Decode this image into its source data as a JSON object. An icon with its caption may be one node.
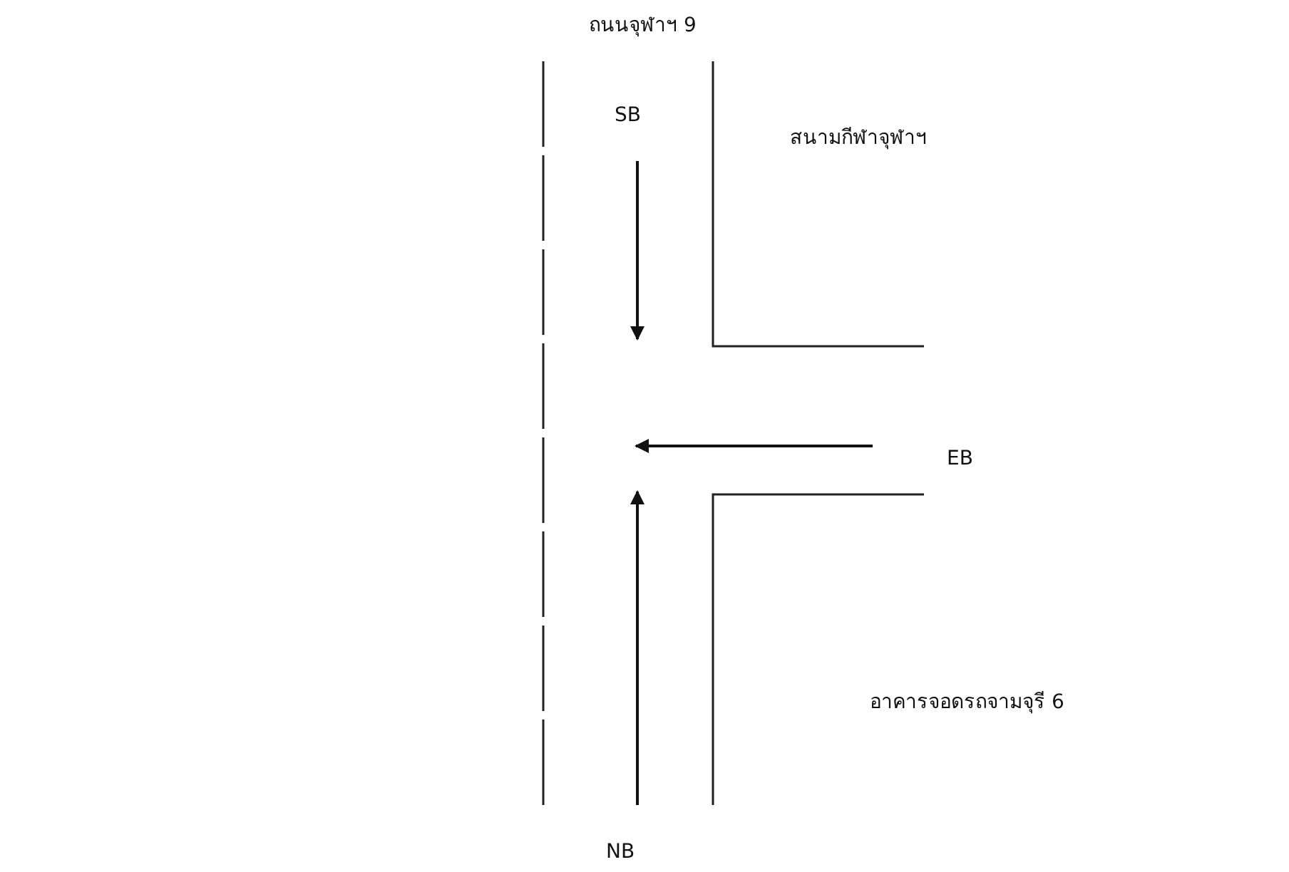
{
  "diagram": {
    "labels": [
      "ถนนจุฬาฯ 9",
      "SB",
      "สนามกีฬาจุฬาฯ",
      "EB",
      "อาคารจอดรถจามจุรี 6",
      "NB"
    ]
  }
}
